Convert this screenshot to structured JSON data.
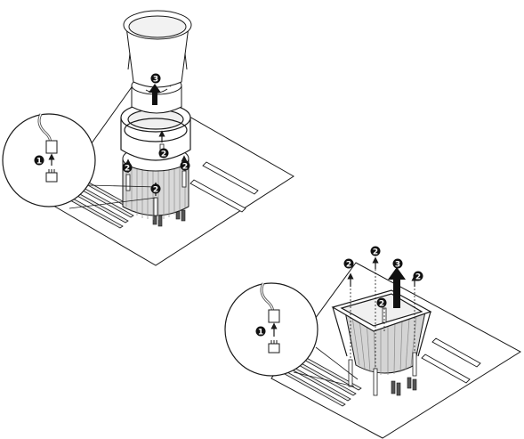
{
  "figure_a": {
    "callouts": [
      {
        "id": "a-step-1",
        "label": "1"
      },
      {
        "id": "a-step-2-left",
        "label": "2"
      },
      {
        "id": "a-step-2-front",
        "label": "2"
      },
      {
        "id": "a-step-2-right",
        "label": "2"
      },
      {
        "id": "a-step-2-bottom",
        "label": "2"
      },
      {
        "id": "a-step-3",
        "label": "3"
      }
    ]
  },
  "figure_b": {
    "callouts": [
      {
        "id": "b-step-1",
        "label": "1"
      },
      {
        "id": "b-step-2-left",
        "label": "2"
      },
      {
        "id": "b-step-2-midleft",
        "label": "2"
      },
      {
        "id": "b-step-2-right",
        "label": "2"
      },
      {
        "id": "b-step-2-center",
        "label": "2"
      },
      {
        "id": "b-step-3",
        "label": "3"
      }
    ]
  },
  "colors": {
    "line": "#1a1a1a",
    "board": "#ffffff",
    "shade": "#cfcfcf",
    "callout": "#111111"
  }
}
